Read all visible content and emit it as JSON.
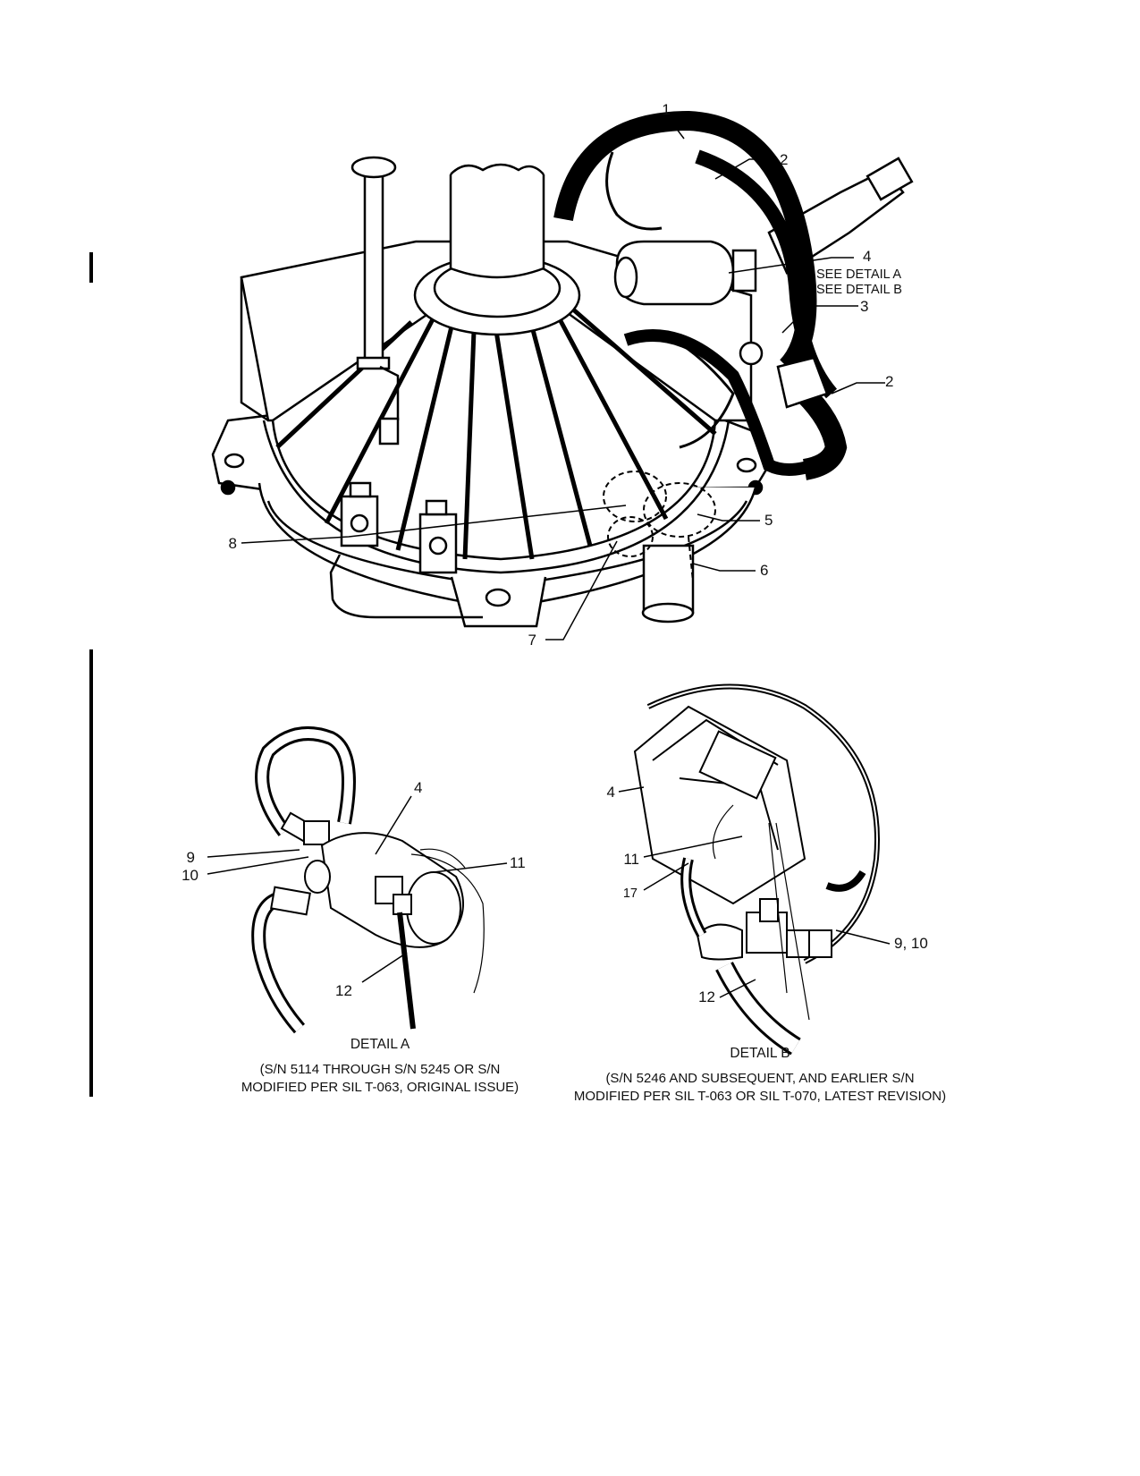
{
  "main_view": {
    "callouts": {
      "c1": "1",
      "c2a": "2",
      "c2b": "2",
      "c3": "3",
      "c4": "4",
      "c5": "5",
      "c6": "6",
      "c7": "7",
      "c8": "8"
    },
    "see_detail_a": "SEE DETAIL A",
    "see_detail_b": "SEE DETAIL B"
  },
  "detail_a": {
    "title": "DETAIL A",
    "caption": "(S/N 5114 THROUGH S/N 5245 OR S/N\nMODIFIED PER SIL T-063, ORIGINAL ISSUE)",
    "callouts": {
      "c4": "4",
      "c9": "9",
      "c10": "10",
      "c11": "11",
      "c12": "12"
    }
  },
  "detail_b": {
    "title": "DETAIL B",
    "caption": "(S/N 5246 AND SUBSEQUENT, AND EARLIER S/N\nMODIFIED PER SIL T-063 OR SIL T-070, LATEST REVISION)",
    "callouts": {
      "c4": "4",
      "c11": "11",
      "c17": "17",
      "c910": "9, 10",
      "c12": "12"
    }
  }
}
